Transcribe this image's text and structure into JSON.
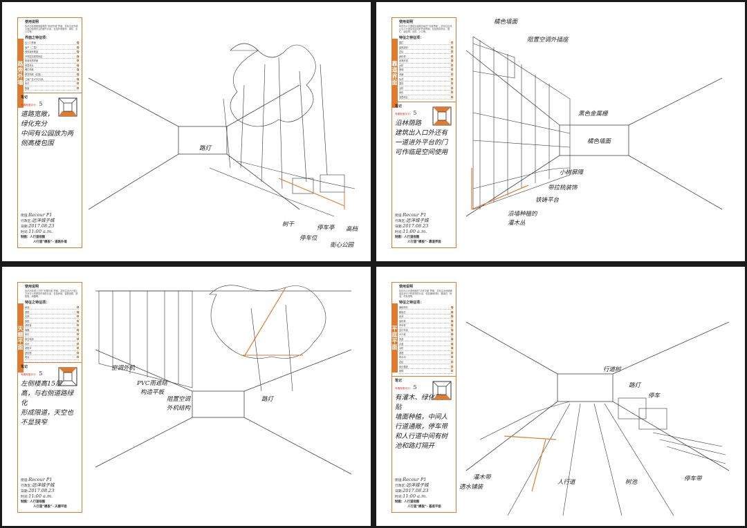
{
  "sheets": [
    {
      "tab": "路旁外墙",
      "usage_title": "使用说明",
      "usage_text": "标识出街道两侧建筑的“街景外墙”界面，并标注出外墙立面中值得关注的细节元素，包括外墙面材、绿化、出入口等。",
      "checklist_title": "界面之特征项：",
      "checklist": [
        "出入口界面",
        "窗户（二层）",
        "墙体绿化覆盖",
        "不同层高视觉特征",
        "街墙材质界面",
        "底层商业",
        "栅栏构筑",
        "屋顶构筑（花园）",
        "立面广告/灯光元素",
        "街灯",
        "植被"
      ],
      "checked": [
        true,
        true,
        true,
        true,
        false,
        true,
        true,
        true,
        true,
        false,
        false
      ],
      "note_label": "笔记",
      "score_label": "有趣程度评分：",
      "score_value": "5",
      "note": [
        "道路宽敞，",
        "绿化充分",
        "中间有公园放为两",
        "侧高楼包围"
      ],
      "meta_street": "Recour P1",
      "meta_area": "远洋城子城",
      "meta_date": "2017.08.23",
      "meta_time": "11:00 a.m.",
      "cat1": "制图：人行道视图",
      "cat2": "人行道“模板”- 道路外墙",
      "labels": [
        "路灯",
        "树干",
        "停车位",
        "高档",
        "停车亭",
        "街心公园"
      ]
    },
    {
      "tab": "靠道界面",
      "usage_title": "使用说明",
      "usage_text": "标识出人行道贴近建筑边缘的“靠道界面”，并标注出可以与人行道交流活动的外部界面，包括底层商业、围栏、绿化带、台阶、入口等。",
      "checklist_title": "特征之特征项：",
      "checklist": [
        "围栏",
        "建筑绿化",
        "花坛",
        "绿化带",
        "景观步道",
        "台阶",
        "座椅",
        "商铺",
        "标识",
        "围挡",
        "台阶",
        "绿化",
        "底层商业"
      ],
      "checked": [
        false,
        false,
        false,
        false,
        true,
        false,
        false,
        false,
        false,
        false,
        false,
        false,
        false
      ],
      "note_label": "笔记",
      "score_label": "有趣程度评分：",
      "score_value": "5",
      "note": [
        "沿林荫路",
        "建筑出入口外还有",
        "一道进外平台的门",
        "可作临是空间使用"
      ],
      "meta_street": "Recour P1",
      "meta_area": "远洋城子城",
      "meta_date": "2017.08.23",
      "meta_time": "11:00 a.m.",
      "cat1": "制图：人行道视图",
      "cat2": "人行道“模板”- 靠道界面",
      "labels": [
        "橘色墙面",
        "阻置空调外插座",
        "黑色金属栅",
        "橘色墙面",
        "小树屏障",
        "带拉桃装饰",
        "铁铸平台",
        "沿墙种植的",
        "灌木丛"
      ]
    },
    {
      "tab": "天棚平面",
      "usage_title": "使用说明",
      "usage_text": "标识出街道上方的“天棚平面”界面，并标注出人行道上方对行人有遮挡作用的元素，包括树冠、建筑挑檐、遮阳篷、雨棚等。",
      "checklist_title": "特征之特征项：",
      "checklist": [
        "树冠",
        "遮阳",
        "天桥",
        "挑檐",
        "遮阳篷",
        "雨棚",
        "街灯",
        "架空电线",
        "标识",
        "遮阳伞",
        "遮挡物",
        "阳台"
      ],
      "checked": [
        false,
        true,
        false,
        false,
        false,
        false,
        false,
        false,
        false,
        false,
        false,
        false
      ],
      "note_label": "笔记",
      "score_label": "有趣程度评分：",
      "score_value": "5",
      "note": [
        "左侧楼高15层",
        "高，与右侧道路绿化",
        "形成限道，天空也",
        "不显狭窄"
      ],
      "meta_street": "Recour P1",
      "meta_area": "远洋城子城",
      "meta_date": "2017.08.23",
      "meta_time": "11:00 a.m.",
      "cat1": "制图：人行道视图",
      "cat2": "人行道“模板”- 天棚平面",
      "labels": [
        "空调外机",
        "PVC雨遮结",
        "构造平板",
        "阻置空调",
        "外机结构",
        "路灯"
      ]
    },
    {
      "tab": "平底平面",
      "usage_title": "使用说明",
      "usage_text": "标识出人行道地面的“平底平面”界面，并标注出地面铺装及对行人有影响的元素，包括铺地材料、路缘石、树池、停车带等。",
      "checklist_title": "特征之特征项：",
      "checklist": [
        "铺地材料",
        "路缘石",
        "树池",
        "绿化带",
        "停车带",
        "自行车道",
        "人行道",
        "盲道",
        "井盖",
        "台阶",
        "坡道",
        "排水沟",
        "花坛",
        "街灯基座",
        "座椅"
      ],
      "checked": [
        true,
        true,
        true,
        true,
        true,
        true,
        true,
        true,
        true,
        true,
        false,
        false,
        false,
        false,
        false
      ],
      "note_label": "笔记",
      "score_label": "有趣程度评分：",
      "score_value": "5",
      "note": [
        "有灌木、绿化带，贴",
        "墙面种植，中间人",
        "行道通敞，停车带",
        "和人行道中间有树",
        "池和路灯隔开"
      ],
      "meta_street": "Recour P1",
      "meta_area": "远洋城子城",
      "meta_date": "2017.08.23",
      "meta_time": "11:00 a.m.",
      "cat1": "制图：人行道视图",
      "cat2": "人行道“模板”- 基底平面",
      "labels": [
        "行道树",
        "路灯",
        "停车",
        "灌木带",
        "透水铺装",
        "人行道",
        "树池",
        "停车带"
      ]
    }
  ]
}
